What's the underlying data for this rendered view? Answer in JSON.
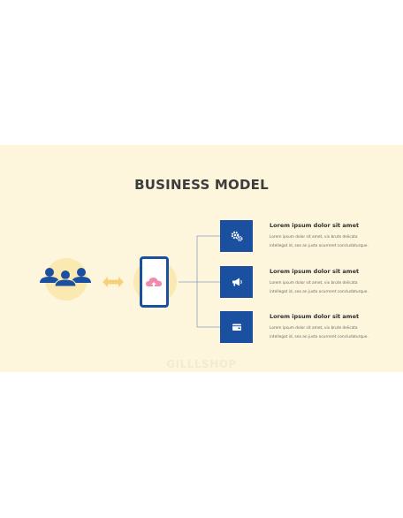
{
  "slide": {
    "title": "BUSINESS MODEL",
    "watermark": "GILLLSHOP",
    "colors": {
      "background": "#fdf6dc",
      "accent_blue": "#1b4fa0",
      "circle": "#fbe9b2",
      "arrow": "#f5d27a",
      "cloud": "#f08ab1",
      "connector": "#8a9cbc"
    },
    "nodes": {
      "people_icon": "users-group-icon",
      "exchange_icon": "double-arrow-icon",
      "phone_icon": "smartphone-cloud-upload-icon"
    },
    "items": [
      {
        "icon": "gears-icon",
        "title": "Lorem ipsum dolor sit amet",
        "desc_line1": "Lorem ipsum dolor sit amet, vix brute delicata",
        "desc_line2": "intellegat id, sea an justo ocurreret concludaturque."
      },
      {
        "icon": "megaphone-icon",
        "title": "Lorem ipsum dolor sit amet",
        "desc_line1": "Lorem ipsum dolor sit amet, vix brute delicata",
        "desc_line2": "intellegat id, sea an justo ocurreret concludaturque."
      },
      {
        "icon": "wallet-icon",
        "title": "Lorem ipsum dolor sit amet",
        "desc_line1": "Lorem ipsum dolor sit amet, vix brute delicata",
        "desc_line2": "intellegat id, sea an justo ocurreret concludaturque."
      }
    ]
  }
}
